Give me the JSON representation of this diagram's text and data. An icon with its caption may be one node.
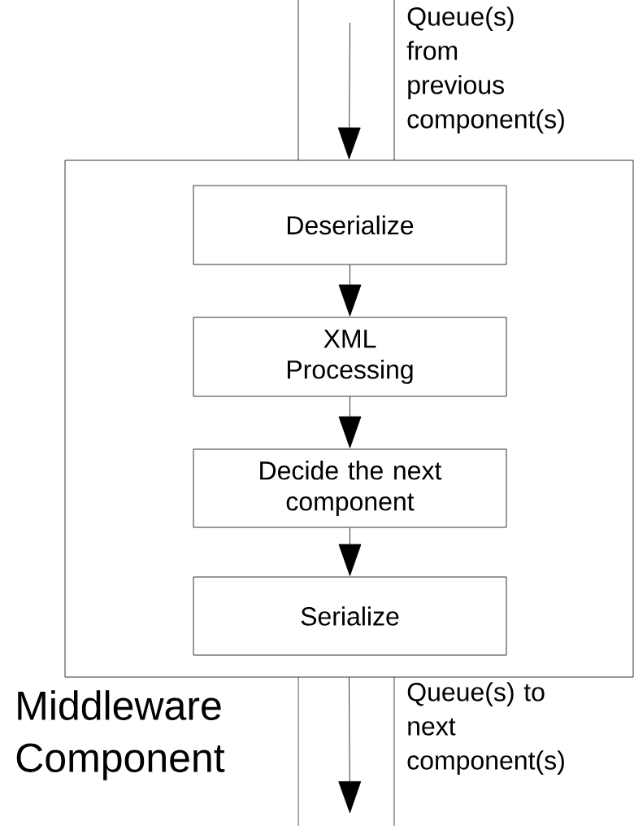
{
  "diagram": {
    "nodes": [
      {
        "text": [
          "Middleware Component"
        ]
      },
      {
        "text": [
          "Deserialize"
        ],
        "in": 0
      },
      {
        "text": [
          "XML Processing"
        ],
        "in": 0
      },
      {
        "text": [
          "Decide the next component"
        ],
        "in": 0
      },
      {
        "text": [
          "Serialize"
        ],
        "in": 0
      }
    ],
    "edges": [
      {
        "from": null,
        "to": 0,
        "arrow": "to"
      },
      {
        "from": 1,
        "to": 2,
        "arrow": "to"
      },
      {
        "from": 2,
        "to": 3,
        "arrow": "to"
      },
      {
        "from": 3,
        "to": 4,
        "arrow": "to"
      },
      {
        "from": 0,
        "to": null,
        "arrow": "to"
      }
    ],
    "labels": [
      "Queue(s) from previous component(s)",
      "Queue(s) to next component(s)"
    ]
  }
}
